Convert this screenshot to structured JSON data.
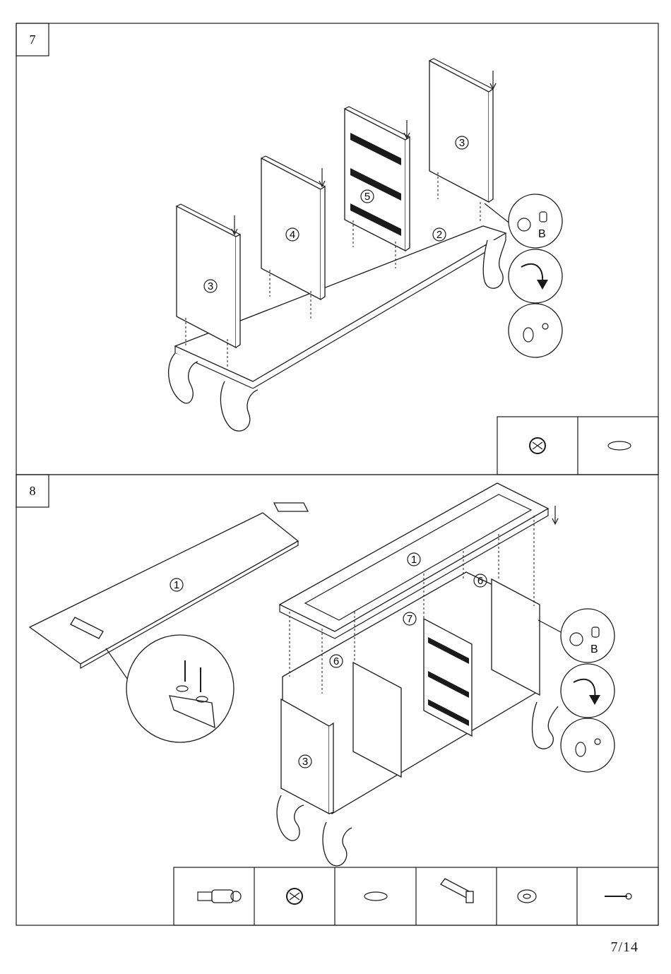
{
  "page": {
    "number": "7/14"
  },
  "steps": [
    {
      "number": "7",
      "callouts": {
        "top_a": "3",
        "top_b": "3",
        "divider": "4",
        "drawer_side": "5",
        "base": "2"
      },
      "detail_letter": "B",
      "hardware_icons": [
        "cam-lock-icon",
        "cam-hole-icon"
      ]
    },
    {
      "number": "8",
      "callouts": {
        "top_panel": "1",
        "top_assembled": "1",
        "door_right": "6",
        "door_left": "6",
        "drawer_side": "7",
        "side": "3"
      },
      "detail_letter": "B",
      "hardware_icons": [
        "cam-bolt-icon",
        "cam-lock-icon",
        "cam-hole-icon",
        "bracket-icon",
        "washer-icon",
        "screw-icon"
      ]
    }
  ]
}
